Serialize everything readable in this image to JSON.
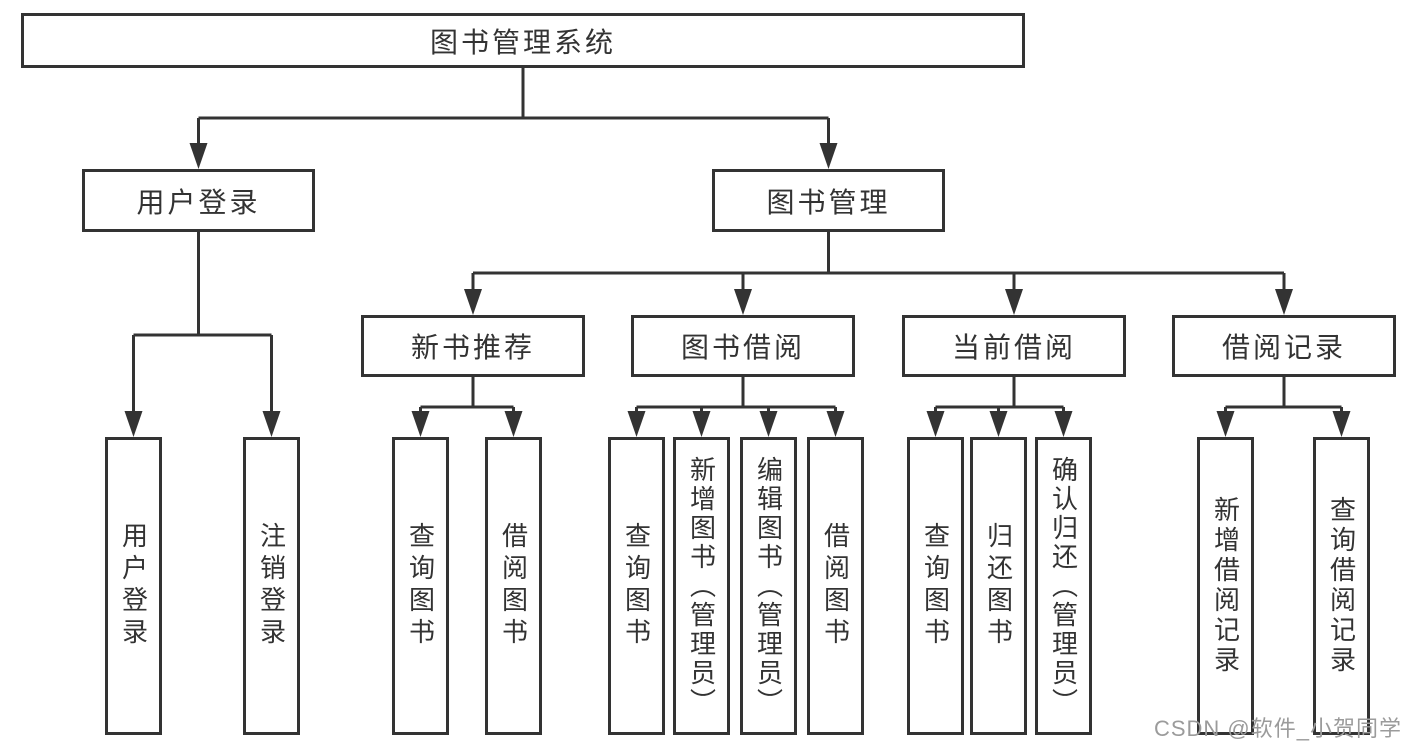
{
  "tree": {
    "root": {
      "id": "library-management-system",
      "label": "图书管理系统"
    },
    "branches": [
      {
        "id": "user-login",
        "label": "用户登录",
        "children": [
          {
            "id": "leaf-user-login",
            "label": "用户登录"
          },
          {
            "id": "leaf-logout",
            "label": "注销登录"
          }
        ]
      },
      {
        "id": "book-management",
        "label": "图书管理",
        "children": [
          {
            "id": "new-book-recommend",
            "label": "新书推荐",
            "children": [
              {
                "id": "nbr-query-books",
                "label": "查询图书"
              },
              {
                "id": "nbr-borrow-books",
                "label": "借阅图书"
              }
            ]
          },
          {
            "id": "book-borrowing",
            "label": "图书借阅",
            "children": [
              {
                "id": "bb-query-books",
                "label": "查询图书"
              },
              {
                "id": "bb-add-books-admin",
                "label": "新增图书（管理员）"
              },
              {
                "id": "bb-edit-books-admin",
                "label": "编辑图书（管理员）"
              },
              {
                "id": "bb-borrow-books",
                "label": "借阅图书"
              }
            ]
          },
          {
            "id": "current-borrowing",
            "label": "当前借阅",
            "children": [
              {
                "id": "cb-query-books",
                "label": "查询图书"
              },
              {
                "id": "cb-return-books",
                "label": "归还图书"
              },
              {
                "id": "cb-confirm-return-admin",
                "label": "确认归还（管理员）"
              }
            ]
          },
          {
            "id": "borrowing-records",
            "label": "借阅记录",
            "children": [
              {
                "id": "br-add-record",
                "label": "新增借阅记录"
              },
              {
                "id": "br-query-record",
                "label": "查询借阅记录"
              }
            ]
          }
        ]
      }
    ]
  },
  "watermark": {
    "text": "CSDN @软件_小贺同学"
  },
  "colors": {
    "line": "#333333",
    "text": "#333333",
    "background": "#ffffff",
    "watermark": "#9b9b9b"
  }
}
